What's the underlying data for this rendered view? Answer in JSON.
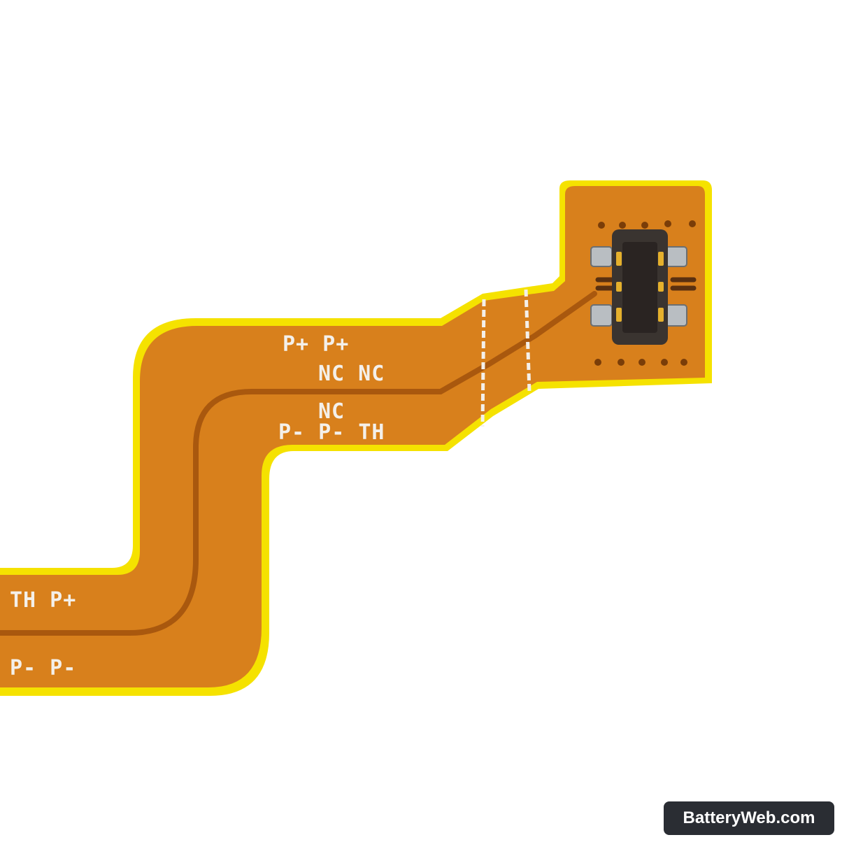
{
  "colors": {
    "background": "#ffffff",
    "flex_edge": "#f5e200",
    "flex_body": "#d8801c",
    "trace_shadow": "#a9580e",
    "connector": "#3a3430",
    "pin_gold": "#e5b02c",
    "silkscreen": "#f4f0ea"
  },
  "labels": {
    "top_row1": "P+  P+",
    "top_row2": "NC  NC",
    "mid_small": "NC",
    "mid_row": "P-   P-  TH",
    "bottom_row1": "TH P+",
    "bottom_row2": "P- P-"
  },
  "watermark": {
    "text": "BatteryWeb.com",
    "icon": "watermark-badge"
  }
}
